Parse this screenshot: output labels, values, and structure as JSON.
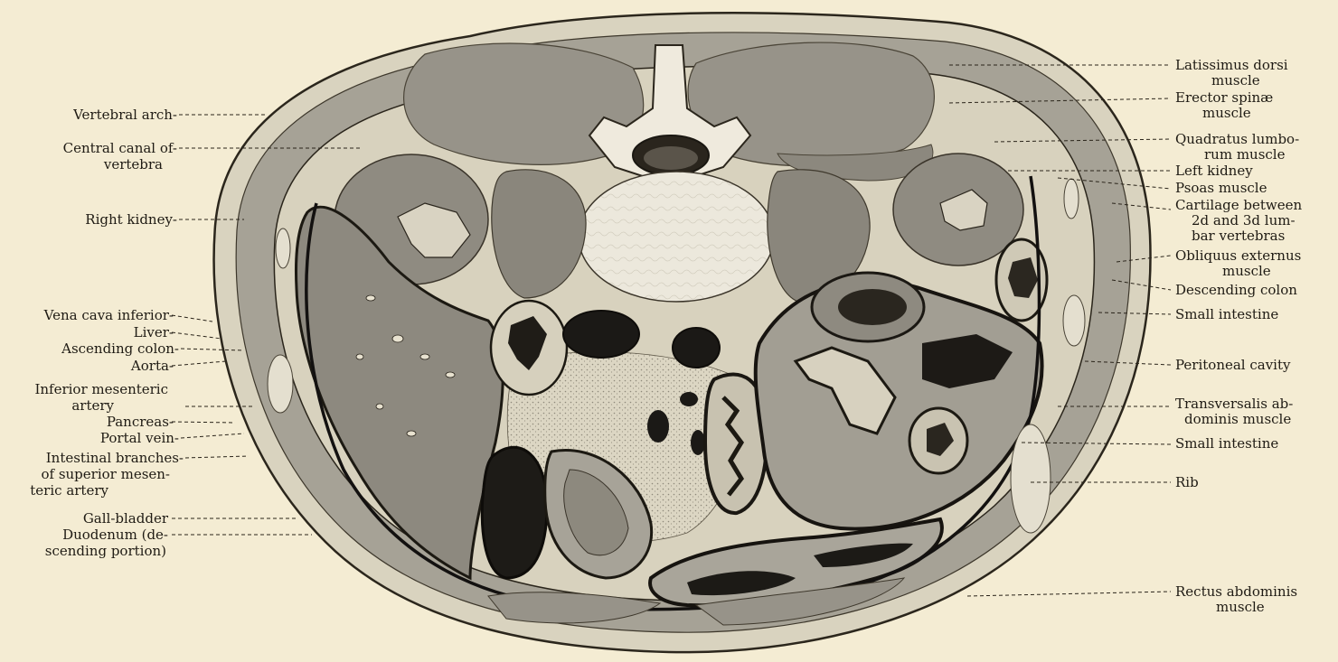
{
  "colors": {
    "paper": "#f4ecd3",
    "ink": "#1f1b14",
    "muscle": "#9b978d",
    "muscle_dark": "#85827a",
    "organ": "#8e8b83",
    "light_tissue": "#e6e1d3",
    "vertebra_body": "#ece8dc",
    "dark_cavity": "#1b1916"
  },
  "labels": {
    "left": [
      {
        "id": "vertebral-arch",
        "lines": [
          "Vertebral arch-"
        ]
      },
      {
        "id": "central-canal",
        "lines": [
          "Central canal of-",
          "vertebra"
        ]
      },
      {
        "id": "right-kidney",
        "lines": [
          "Right kidney-"
        ]
      },
      {
        "id": "vena-cava",
        "lines": [
          "Vena cava inferior-"
        ]
      },
      {
        "id": "liver",
        "lines": [
          "Liver-"
        ]
      },
      {
        "id": "ascending-colon",
        "lines": [
          "Ascending colon-"
        ]
      },
      {
        "id": "aorta",
        "lines": [
          "Aorta-"
        ]
      },
      {
        "id": "inferior-mesenteric",
        "lines": [
          "Inferior mesenteric",
          "artery"
        ]
      },
      {
        "id": "pancreas",
        "lines": [
          "Pancreas-"
        ]
      },
      {
        "id": "portal-vein",
        "lines": [
          "Portal vein-"
        ]
      },
      {
        "id": "intestinal-branches",
        "lines": [
          "Intestinal branches-",
          "of superior mesen-",
          "teric artery"
        ]
      },
      {
        "id": "gall-bladder",
        "lines": [
          "Gall-bladder"
        ]
      },
      {
        "id": "duodenum",
        "lines": [
          "Duodenum (de-",
          "scending portion)"
        ]
      }
    ],
    "right": [
      {
        "id": "latissimus",
        "lines": [
          "Latissimus dorsi",
          "muscle"
        ]
      },
      {
        "id": "erector-spinae",
        "lines": [
          "Erector spinæ",
          "muscle"
        ]
      },
      {
        "id": "quadratus",
        "lines": [
          "Quadratus lumbo-",
          "rum muscle"
        ]
      },
      {
        "id": "left-kidney",
        "lines": [
          "Left kidney"
        ]
      },
      {
        "id": "psoas",
        "lines": [
          "Psoas muscle"
        ]
      },
      {
        "id": "cartilage",
        "lines": [
          "Cartilage between",
          "2d and 3d lum-",
          "bar vertebras"
        ]
      },
      {
        "id": "obliquus",
        "lines": [
          "Obliquus externus",
          "muscle"
        ]
      },
      {
        "id": "descending-colon",
        "lines": [
          "Descending colon"
        ]
      },
      {
        "id": "small-intestine-1",
        "lines": [
          "Small intestine"
        ]
      },
      {
        "id": "peritoneal",
        "lines": [
          "Peritoneal cavity"
        ]
      },
      {
        "id": "transversalis",
        "lines": [
          "Transversalis ab-",
          "dominis muscle"
        ]
      },
      {
        "id": "small-intestine-2",
        "lines": [
          "Small intestine"
        ]
      },
      {
        "id": "rib",
        "lines": [
          "Rib"
        ]
      },
      {
        "id": "rectus",
        "lines": [
          "Rectus abdominis",
          "muscle"
        ]
      }
    ]
  }
}
